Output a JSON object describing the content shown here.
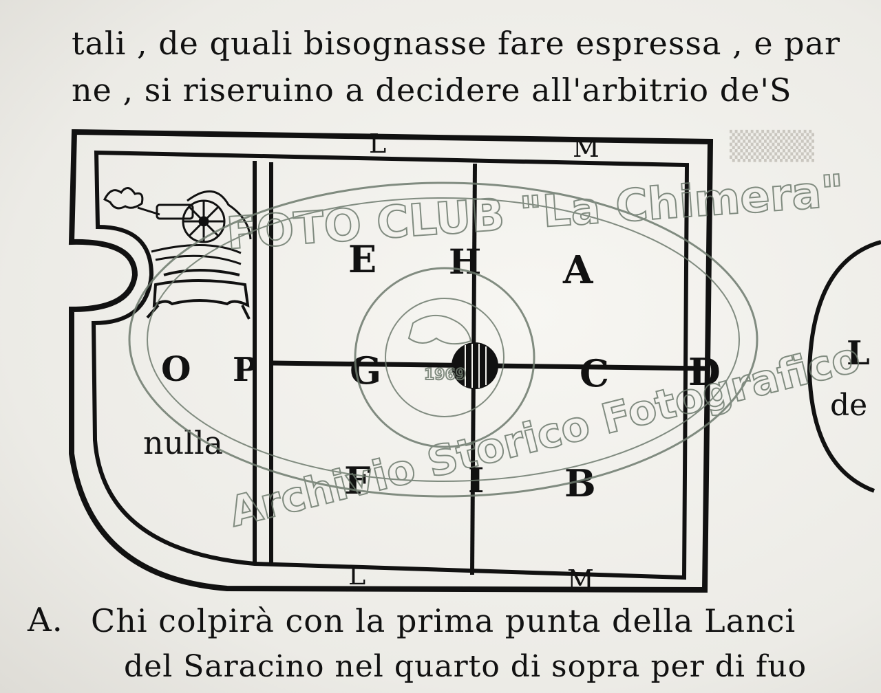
{
  "text": {
    "line1": "tali , de quali bisognasse fare espressa , e par",
    "line2": "ne , si riseruino a decidere all'arbitrio de'S",
    "footer_key": "A.",
    "footer_line1": "Chi colpirà con la prima punta della Lanci",
    "footer_line2": "del Saracino nel quarto di sopra per di fuo"
  },
  "diagram": {
    "top_labels": [
      "L",
      "M"
    ],
    "bottom_labels": [
      "L",
      "M"
    ],
    "quadrant_labels": [
      "E",
      "H",
      "A",
      "G",
      "C",
      "F",
      "I",
      "B"
    ],
    "left_labels": [
      "O",
      "P"
    ],
    "right_label": "D",
    "nulla": "nulla",
    "edge_letter": "L",
    "edge_word": "de"
  },
  "watermark": {
    "top": "FOTO CLUB \"La Chimera\"",
    "bottom": "Archivio Storico Fotografico",
    "year": "1969"
  }
}
